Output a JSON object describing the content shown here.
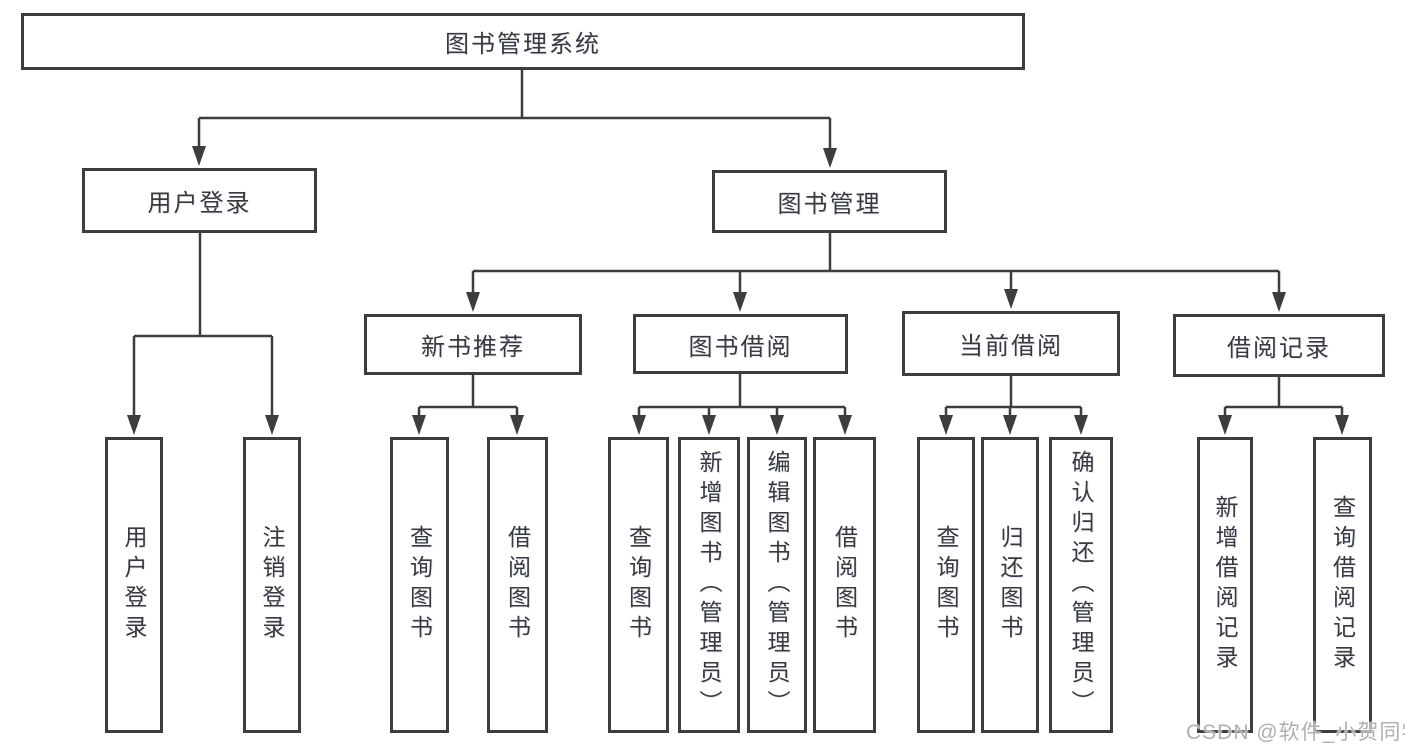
{
  "nodes": {
    "root": "图书管理系统",
    "login": "用户登录",
    "management": "图书管理",
    "new_books": "新书推荐",
    "book_borrow": "图书借阅",
    "current_borrow": "当前借阅",
    "borrow_records": "借阅记录",
    "login_children": [
      "用户登录",
      "注销登录"
    ],
    "new_books_children": [
      "查询图书",
      "借阅图书"
    ],
    "book_borrow_children": [
      "查询图书",
      "新增图书（管理员）",
      "编辑图书（管理员）",
      "借阅图书"
    ],
    "current_borrow_children": [
      "查询图书",
      "归还图书",
      "确认归还（管理员）"
    ],
    "borrow_records_children": [
      "新增借阅记录",
      "查询借阅记录"
    ]
  },
  "watermark": "CSDN @软件_小贺同学",
  "colors": {
    "line": "#3d3d3d",
    "text": "#3a3a3a",
    "watermark": "#b0b0b0",
    "background": "#ffffff"
  }
}
